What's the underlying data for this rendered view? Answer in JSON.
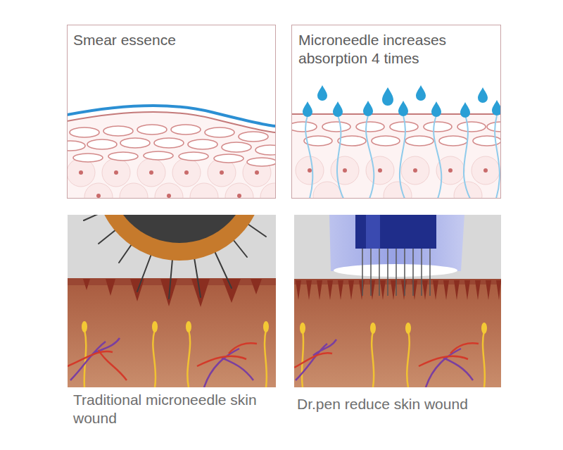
{
  "diagram": {
    "nodes": [
      {
        "text": [
          "Smear essence"
        ]
      },
      {
        "text": [
          "Microneedle increases absorption 4 times"
        ]
      },
      {
        "text": [
          "Traditional microneedle skin wound"
        ]
      },
      {
        "text": [
          "Dr.pen reduce skin wound"
        ]
      }
    ]
  }
}
